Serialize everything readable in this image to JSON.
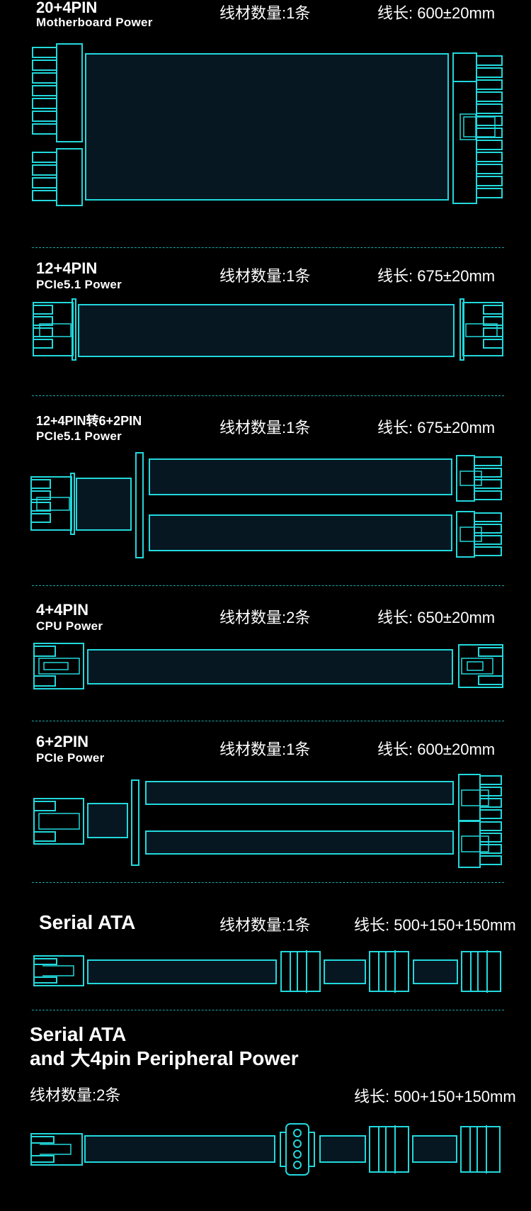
{
  "colors": {
    "background": "#000000",
    "accent": "#22d8dc",
    "fill": "#061722",
    "divider": "#1aa9a9"
  },
  "cables": [
    {
      "title": "20+4PIN",
      "subtitle": "Motherboard Power",
      "count": "线材数量:1条",
      "length": "线长: 600±20mm"
    },
    {
      "title": "12+4PIN",
      "subtitle": "PCIe5.1 Power",
      "count": "线材数量:1条",
      "length": "线长: 675±20mm"
    },
    {
      "title": "12+4PIN转6+2PIN",
      "subtitle": "PCIe5.1 Power",
      "count": "线材数量:1条",
      "length": "线长: 675±20mm"
    },
    {
      "title": "4+4PIN",
      "subtitle": "CPU  Power",
      "count": "线材数量:2条",
      "length": "线长: 650±20mm"
    },
    {
      "title": "6+2PIN",
      "subtitle": "PCIe  Power",
      "count": "线材数量:1条",
      "length": "线长: 600±20mm"
    },
    {
      "title": "Serial ATA",
      "count": "线材数量:1条",
      "length": "线长: 500+150+150mm"
    },
    {
      "title_line1": "Serial ATA",
      "title_line2": "and 大4pin Peripheral Power",
      "count": "线材数量:2条",
      "length": "线长: 500+150+150mm"
    }
  ]
}
